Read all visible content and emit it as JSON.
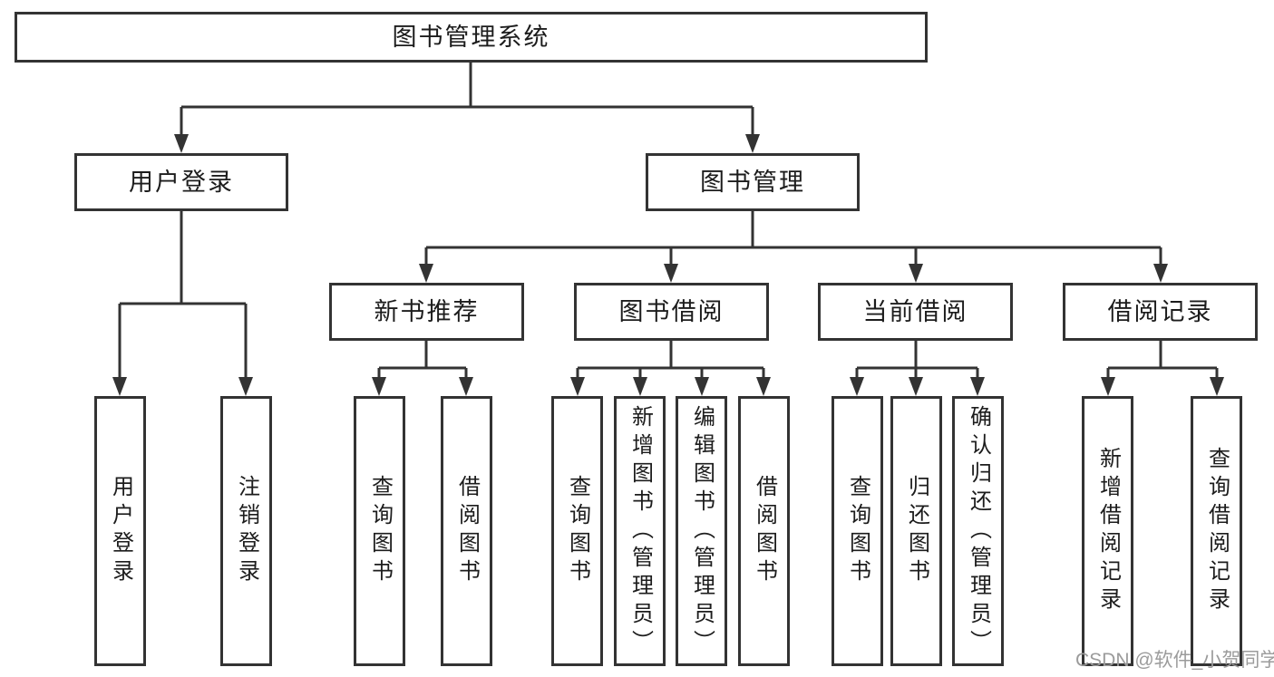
{
  "colors": {
    "bg": "#ffffff",
    "line": "#333333",
    "text": "#1c1c1c",
    "watermark": "#9b9b9b"
  },
  "watermark": {
    "text": "CSDN @软件_小贺同学"
  },
  "tree": {
    "label": "图书管理系统",
    "children": [
      {
        "label": "用户登录",
        "children": [
          {
            "label": "用户登录"
          },
          {
            "label": "注销登录"
          }
        ]
      },
      {
        "label": "图书管理",
        "children": [
          {
            "label": "新书推荐",
            "children": [
              {
                "label": "查询图书"
              },
              {
                "label": "借阅图书"
              }
            ]
          },
          {
            "label": "图书借阅",
            "children": [
              {
                "label": "查询图书"
              },
              {
                "label": "新增图书（管理员）"
              },
              {
                "label": "编辑图书（管理员）"
              },
              {
                "label": "借阅图书"
              }
            ]
          },
          {
            "label": "当前借阅",
            "children": [
              {
                "label": "查询图书"
              },
              {
                "label": "归还图书"
              },
              {
                "label": "确认归还（管理员）"
              }
            ]
          },
          {
            "label": "借阅记录",
            "children": [
              {
                "label": "新增借阅记录"
              },
              {
                "label": "查询借阅记录"
              }
            ]
          }
        ]
      }
    ]
  }
}
